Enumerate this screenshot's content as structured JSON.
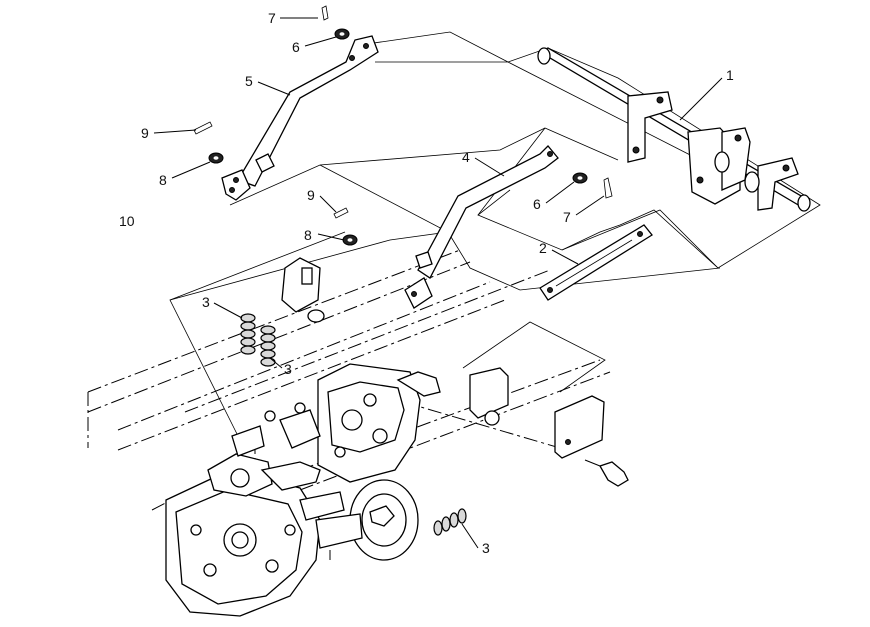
{
  "diagram": {
    "callouts": [
      {
        "id": "c7a",
        "label": "7"
      },
      {
        "id": "c6a",
        "label": "6"
      },
      {
        "id": "c5",
        "label": "5"
      },
      {
        "id": "c1",
        "label": "1"
      },
      {
        "id": "c9a",
        "label": "9"
      },
      {
        "id": "c8a",
        "label": "8"
      },
      {
        "id": "c10",
        "label": "10"
      },
      {
        "id": "c4",
        "label": "4"
      },
      {
        "id": "c6b",
        "label": "6"
      },
      {
        "id": "c7b",
        "label": "7"
      },
      {
        "id": "c9b",
        "label": "9"
      },
      {
        "id": "c8b",
        "label": "8"
      },
      {
        "id": "c2",
        "label": "2"
      },
      {
        "id": "c3a",
        "label": "3"
      },
      {
        "id": "c3b",
        "label": "3"
      },
      {
        "id": "c3c",
        "label": "3"
      }
    ]
  }
}
